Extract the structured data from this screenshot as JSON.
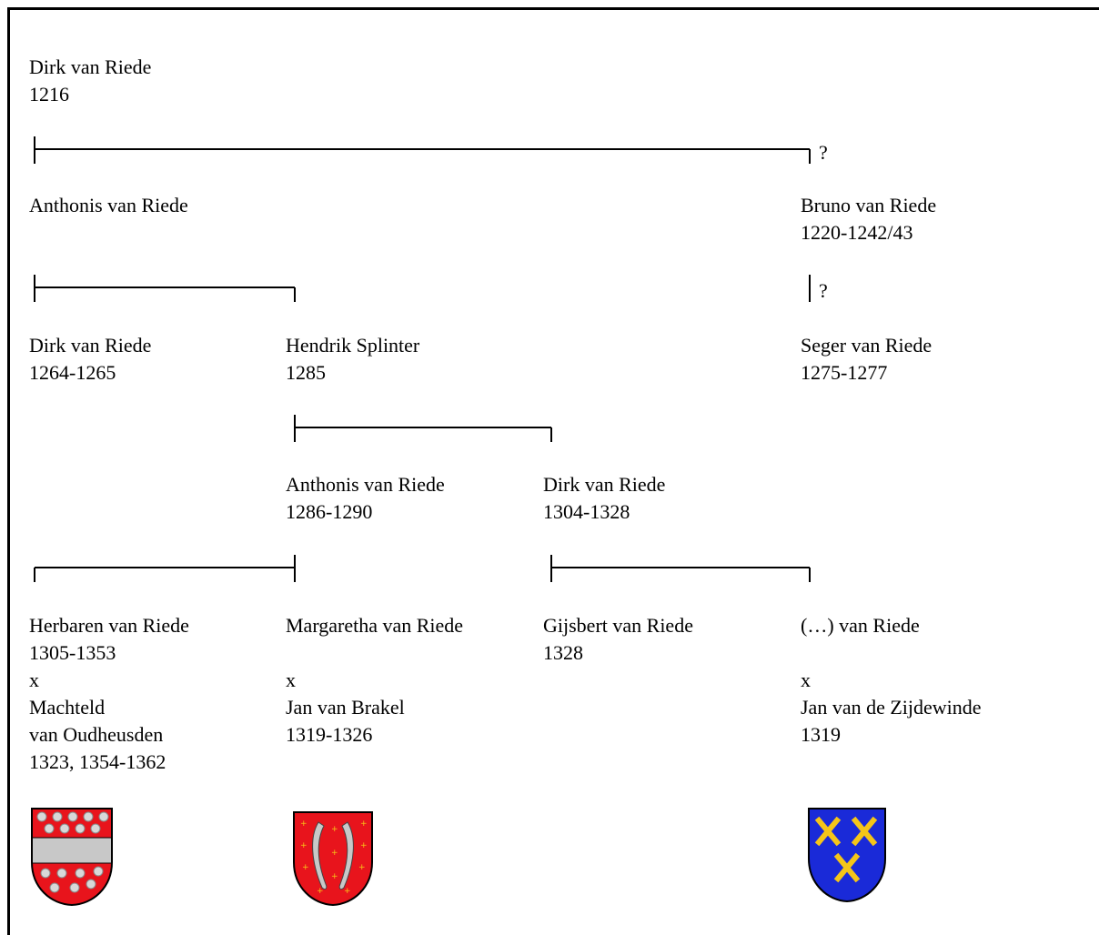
{
  "persons": {
    "dirk_1216": {
      "name": "Dirk van Riede",
      "years": "1216"
    },
    "anthonis_1": {
      "name": "Anthonis van Riede"
    },
    "bruno": {
      "name": "Bruno van Riede",
      "years": "1220-1242/43"
    },
    "dirk_1264": {
      "name": "Dirk van Riede",
      "years": "1264-1265"
    },
    "hendrik": {
      "name": "Hendrik Splinter",
      "years": "1285"
    },
    "seger": {
      "name": "Seger van Riede",
      "years": "1275-1277"
    },
    "anthonis_2": {
      "name": "Anthonis van Riede",
      "years": "1286-1290"
    },
    "dirk_1304": {
      "name": "Dirk van Riede",
      "years": "1304-1328"
    },
    "herbaren": {
      "name": "Herbaren van Riede",
      "years": "1305-1353",
      "marriage": "x",
      "spouse_line1": "Machteld",
      "spouse_line2": "van Oudheusden",
      "spouse_years": "1323, 1354-1362"
    },
    "margaretha": {
      "name": "Margaretha van Riede",
      "marriage": "x",
      "spouse": "Jan van Brakel",
      "spouse_years": "1319-1326"
    },
    "gijsbert": {
      "name": "Gijsbert van Riede",
      "years": "1328"
    },
    "unknown": {
      "name": "(…) van Riede",
      "marriage": "x",
      "spouse": "Jan van de Zijdewinde",
      "spouse_years": "1319"
    }
  },
  "uncertain_marks": {
    "bruno_link": "?",
    "seger_link": "?"
  },
  "colors": {
    "line": "#000000",
    "shield_red": "#e8141c",
    "shield_silver": "#c8c8c8",
    "shield_blue": "#1a2ad8",
    "shield_gold": "#f5c518"
  },
  "coats_of_arms": [
    {
      "icon": "herbaren-coat-of-arms"
    },
    {
      "icon": "margaretha-coat-of-arms"
    },
    {
      "icon": "unknown-van-riede-coat-of-arms"
    }
  ]
}
